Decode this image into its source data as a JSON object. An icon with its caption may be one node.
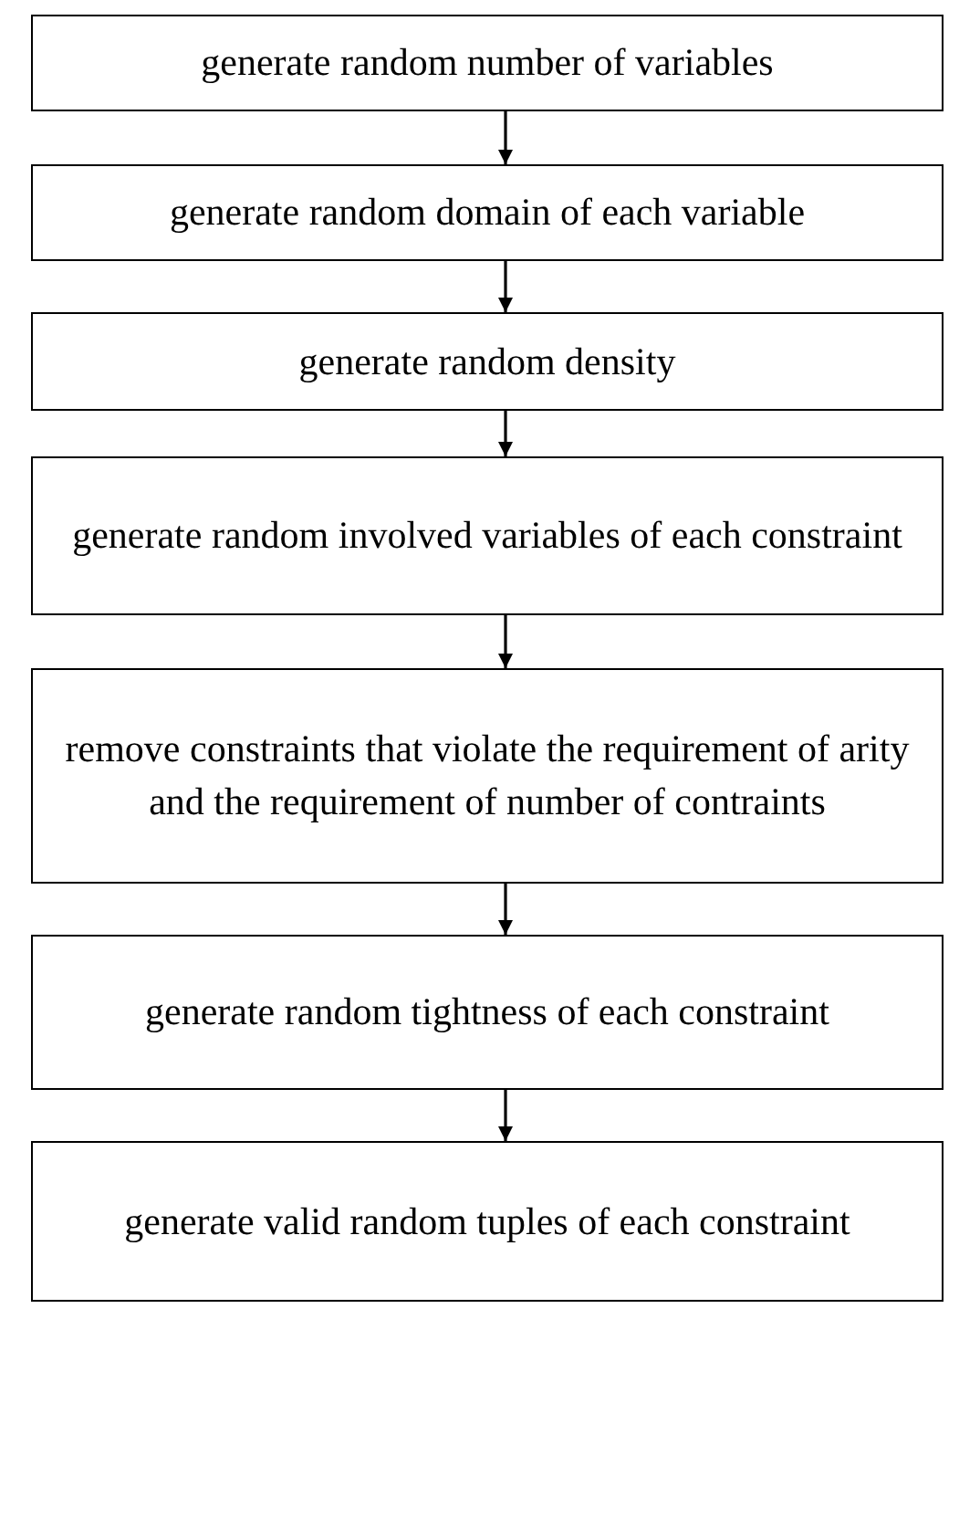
{
  "diagram": {
    "nodes": [
      {
        "text": [
          "generate random number of variables"
        ]
      },
      {
        "text": [
          "generate random domain of each variable"
        ]
      },
      {
        "text": [
          "generate random density"
        ]
      },
      {
        "text": [
          "generate random involved variables of each constraint"
        ]
      },
      {
        "text": [
          "remove constraints that violate the requirement of arity and the requirement of number of contraints"
        ]
      },
      {
        "text": [
          "generate random tightness of each constraint"
        ]
      },
      {
        "text": [
          "generate valid random tuples of each constraint"
        ]
      }
    ],
    "edges": [
      {
        "from": 0,
        "to": 1,
        "arrow": "to"
      },
      {
        "from": 1,
        "to": 2,
        "arrow": "to"
      },
      {
        "from": 2,
        "to": 3,
        "arrow": "to"
      },
      {
        "from": 3,
        "to": 4,
        "arrow": "to"
      },
      {
        "from": 4,
        "to": 5,
        "arrow": "to"
      },
      {
        "from": 5,
        "to": 6,
        "arrow": "to"
      }
    ]
  }
}
